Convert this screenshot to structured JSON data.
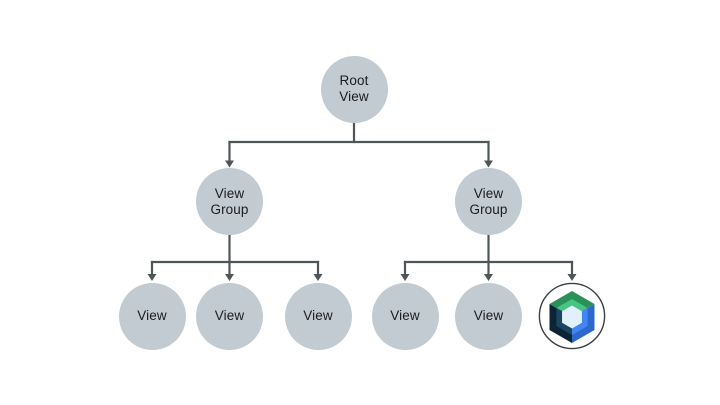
{
  "diagram": {
    "name": "view-hierarchy-tree",
    "nodes": [
      {
        "id": "root-view",
        "label": "Root\nView"
      },
      {
        "id": "view-group-left",
        "label": "View\nGroup"
      },
      {
        "id": "view-group-right",
        "label": "View\nGroup"
      },
      {
        "id": "view-1",
        "label": "View"
      },
      {
        "id": "view-2",
        "label": "View"
      },
      {
        "id": "view-3",
        "label": "View"
      },
      {
        "id": "view-4",
        "label": "View"
      },
      {
        "id": "view-5",
        "label": "View"
      },
      {
        "id": "compose-node",
        "icon": "jetpack-compose-logo"
      }
    ],
    "colors": {
      "background": "#FFFFFF",
      "node_fill": "#C1CBD1",
      "connector": "#4F565A",
      "label_text": "#1B1C1E",
      "compose_circle_stroke": "#3C4043",
      "compose_green_dark": "#2B9157",
      "compose_green_light": "#45C482",
      "compose_blue_dark": "#2D68CF",
      "compose_blue_light": "#4285F4",
      "compose_navy_dark": "#0C2435",
      "compose_navy_light": "#1B4560",
      "compose_center": "#E1F0FA"
    }
  }
}
